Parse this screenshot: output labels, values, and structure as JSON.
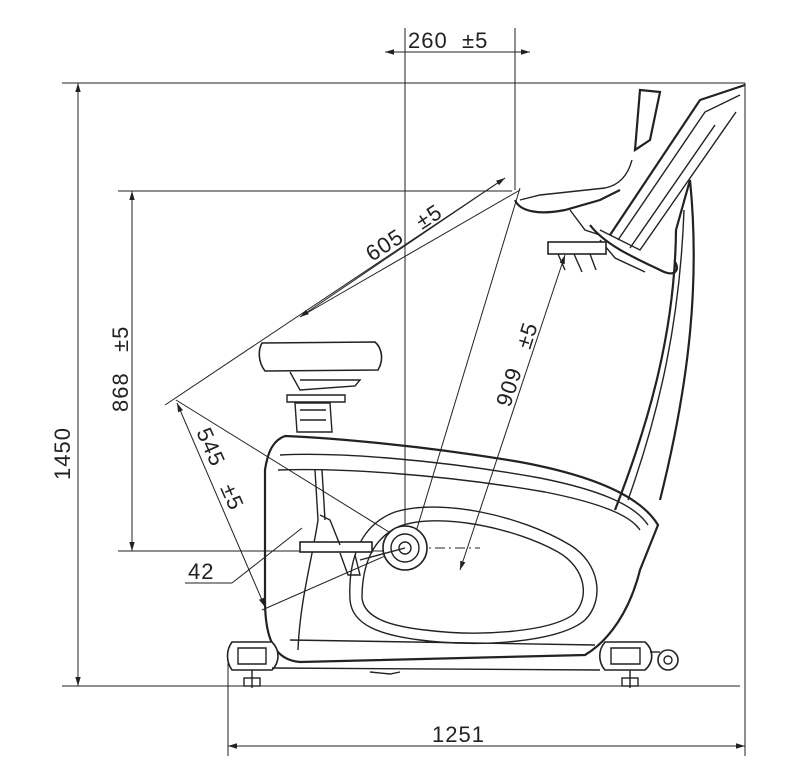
{
  "diagram": {
    "subject": "upright exercise bike side elevation",
    "dimensions": {
      "top_offset": "260",
      "top_offset_tol": "±5",
      "overall_height": "1450",
      "handle_height": "868",
      "handle_height_tol": "±5",
      "seat_to_handle": "605",
      "seat_to_handle_tol": "±5",
      "crank_to_handle": "909",
      "crank_to_handle_tol": "±5",
      "seat_to_crank": "545",
      "seat_to_crank_tol": "±5",
      "pedal_offset": "42",
      "overall_length": "1251"
    }
  }
}
